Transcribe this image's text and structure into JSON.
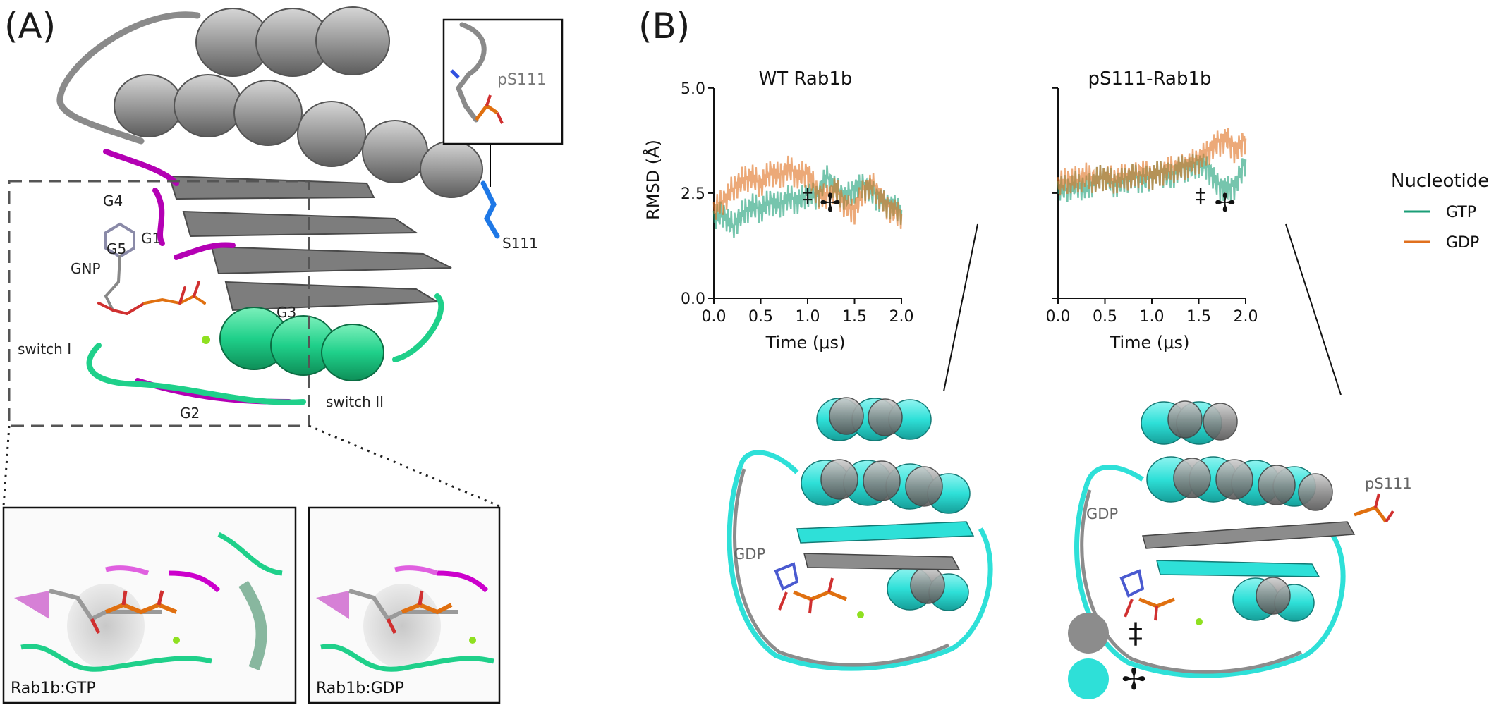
{
  "panels": {
    "a_label": "(A)",
    "b_label": "(B)"
  },
  "panel_a": {
    "labels": {
      "g4": "G4",
      "g5": "G5",
      "g1": "G1",
      "gnp": "GNP",
      "g3": "G3",
      "switch1": "switch I",
      "switch2": "switch II",
      "g2": "G2",
      "s111": "S111",
      "inset_ps111": "pS111"
    },
    "zoom_left_label": "Rab1b:GTP",
    "zoom_right_label": "Rab1b:GDP",
    "colors": {
      "protein": "#9a9a9a",
      "g_motif": "#b400b4",
      "switch": "#1fd08a",
      "s111": "#1e78e6"
    }
  },
  "panel_b": {
    "legend": {
      "title": "Nucleotide",
      "gtp": "GTP",
      "gdp": "GDP"
    },
    "snapshot_labels": {
      "gdp_left": "GDP",
      "gdp_right": "GDP",
      "ps111": "pS111"
    },
    "markers": {
      "double_dagger": "‡",
      "cross": "✢"
    },
    "colors": {
      "gtp": "#1b9e77",
      "gdp": "#e0701e",
      "grey_structure": "#8c8c8c",
      "cyan_structure": "#2ee0d8"
    }
  },
  "chart_data": [
    {
      "type": "line",
      "title": "WT Rab1b",
      "xlabel": "Time (μs)",
      "ylabel": "RMSD (Å)",
      "xlim": [
        0,
        2.0
      ],
      "ylim": [
        0,
        5.5
      ],
      "xticks": [
        "0.0",
        "0.5",
        "1.0",
        "1.5",
        "2.0"
      ],
      "yticks": [
        "0.0",
        "2.5",
        "5.0"
      ],
      "series": [
        {
          "name": "GTP",
          "x": [
            0,
            0.1,
            0.2,
            0.3,
            0.4,
            0.5,
            0.6,
            0.7,
            0.8,
            0.9,
            1.0,
            1.1,
            1.2,
            1.3,
            1.4,
            1.5,
            1.6,
            1.7,
            1.8,
            1.9,
            2.0
          ],
          "values": [
            1.9,
            2.0,
            1.7,
            2.0,
            2.2,
            2.1,
            2.3,
            2.2,
            2.4,
            2.3,
            2.5,
            2.4,
            2.9,
            2.6,
            2.4,
            2.6,
            2.7,
            2.5,
            2.3,
            2.2,
            2.1
          ]
        },
        {
          "name": "GDP",
          "x": [
            0,
            0.1,
            0.2,
            0.3,
            0.4,
            0.5,
            0.6,
            0.7,
            0.8,
            0.9,
            1.0,
            1.1,
            1.2,
            1.3,
            1.4,
            1.5,
            1.6,
            1.7,
            1.8,
            1.9,
            2.0
          ],
          "values": [
            2.1,
            2.3,
            2.6,
            2.8,
            2.9,
            2.7,
            3.0,
            2.9,
            3.1,
            2.9,
            3.0,
            2.5,
            2.4,
            2.6,
            2.2,
            2.1,
            2.6,
            2.7,
            2.3,
            2.1,
            2.0
          ]
        }
      ],
      "annotations": [
        {
          "text": "‡",
          "x": 1.0
        },
        {
          "text": "✢",
          "x": 1.24
        }
      ]
    },
    {
      "type": "line",
      "title": "pS111-Rab1b",
      "xlabel": "Time (μs)",
      "ylabel": "",
      "xlim": [
        0,
        2.0
      ],
      "ylim": [
        0,
        5.5
      ],
      "xticks": [
        "0.0",
        "0.5",
        "1.0",
        "1.5",
        "2.0"
      ],
      "yticks": [],
      "series": [
        {
          "name": "GTP",
          "x": [
            0,
            0.1,
            0.2,
            0.3,
            0.4,
            0.5,
            0.6,
            0.7,
            0.8,
            0.9,
            1.0,
            1.1,
            1.2,
            1.3,
            1.4,
            1.5,
            1.6,
            1.7,
            1.8,
            1.9,
            2.0
          ],
          "values": [
            2.6,
            2.6,
            2.7,
            2.6,
            2.8,
            2.9,
            2.7,
            2.8,
            2.9,
            2.8,
            2.9,
            3.0,
            2.9,
            3.1,
            3.1,
            3.2,
            3.1,
            2.7,
            2.6,
            2.7,
            3.3
          ]
        },
        {
          "name": "GDP",
          "x": [
            0,
            0.1,
            0.2,
            0.3,
            0.4,
            0.5,
            0.6,
            0.7,
            0.8,
            0.9,
            1.0,
            1.1,
            1.2,
            1.3,
            1.4,
            1.5,
            1.6,
            1.7,
            1.8,
            1.9,
            2.0
          ],
          "values": [
            2.7,
            2.8,
            2.8,
            2.9,
            2.8,
            2.9,
            2.8,
            2.9,
            2.9,
            3.0,
            2.9,
            3.0,
            3.1,
            3.1,
            3.2,
            3.3,
            3.5,
            3.7,
            3.8,
            3.5,
            3.8
          ]
        }
      ],
      "annotations": [
        {
          "text": "‡",
          "x": 1.52
        },
        {
          "text": "✢",
          "x": 1.78
        }
      ]
    }
  ]
}
